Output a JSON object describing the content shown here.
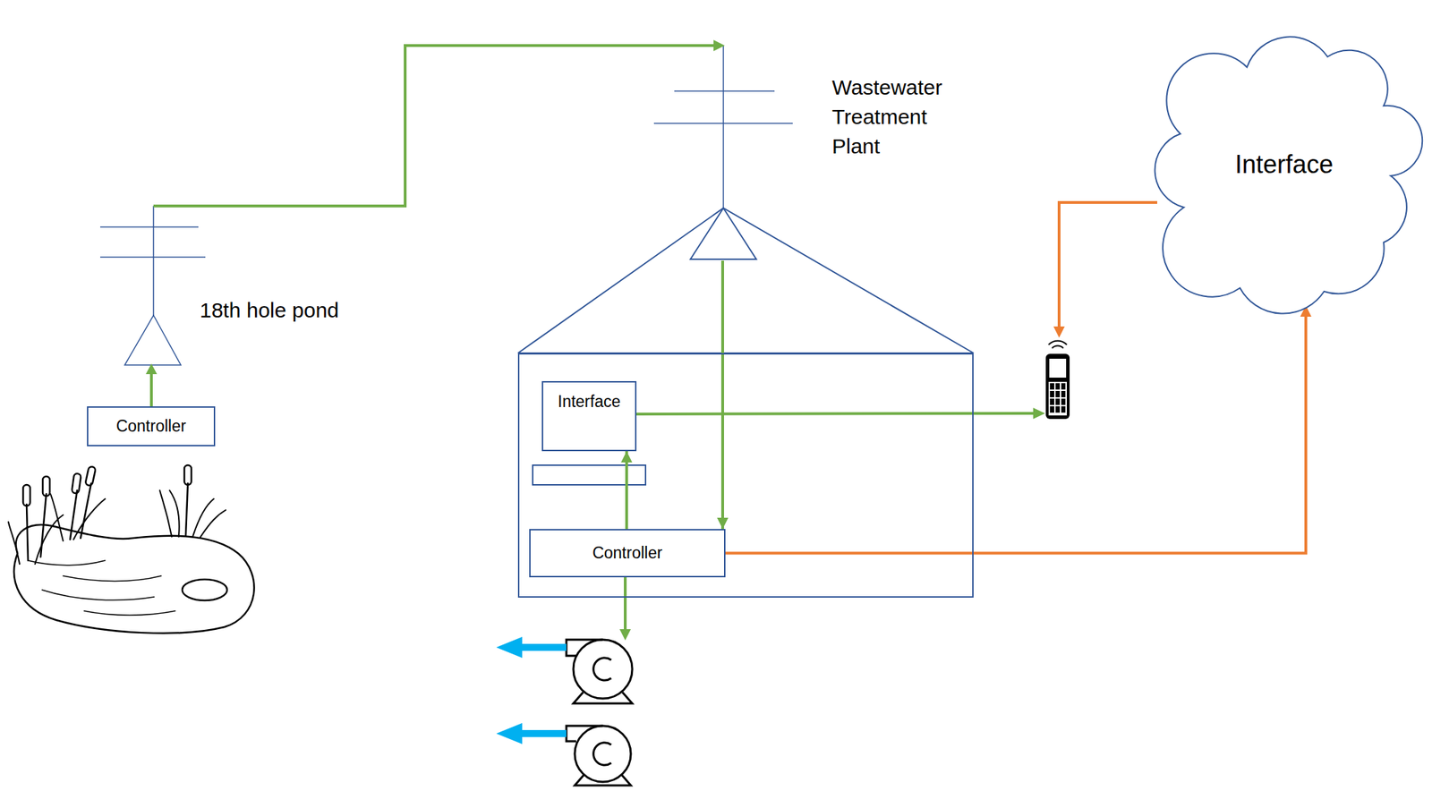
{
  "diagram": {
    "nodes": [
      {
        "text": [
          "Controller"
        ]
      },
      {
        "text": [
          "Wastewater Treatment Plant"
        ]
      },
      {
        "text": [
          "Interface"
        ],
        "in": 1
      },
      {
        "text": [
          "Controller"
        ],
        "in": 1
      },
      {
        "text": [
          "Interface"
        ]
      }
    ],
    "edges": [
      {
        "from": 0,
        "to": 3,
        "arrow": "to"
      },
      {
        "from": 3,
        "to": 2,
        "arrow": "to"
      },
      {
        "from": 3,
        "to": 4,
        "arrow": "to"
      }
    ],
    "labels": [
      "18th hole pond"
    ]
  }
}
